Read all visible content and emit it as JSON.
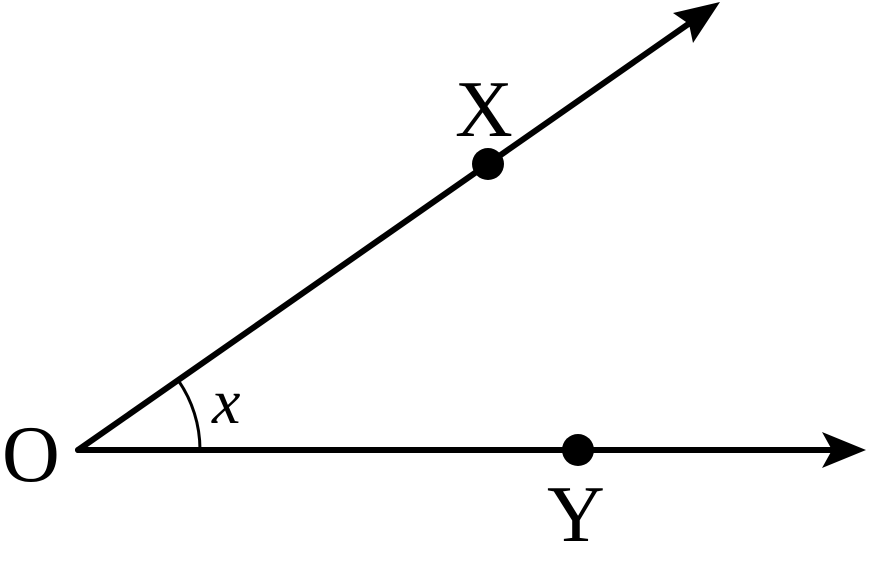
{
  "diagram": {
    "vertex_label": "O",
    "points": [
      {
        "label": "X",
        "ray": "upper"
      },
      {
        "label": "Y",
        "ray": "lower"
      }
    ],
    "angle_label": "x"
  },
  "colors": {
    "stroke": "#000000",
    "background": "#ffffff"
  }
}
